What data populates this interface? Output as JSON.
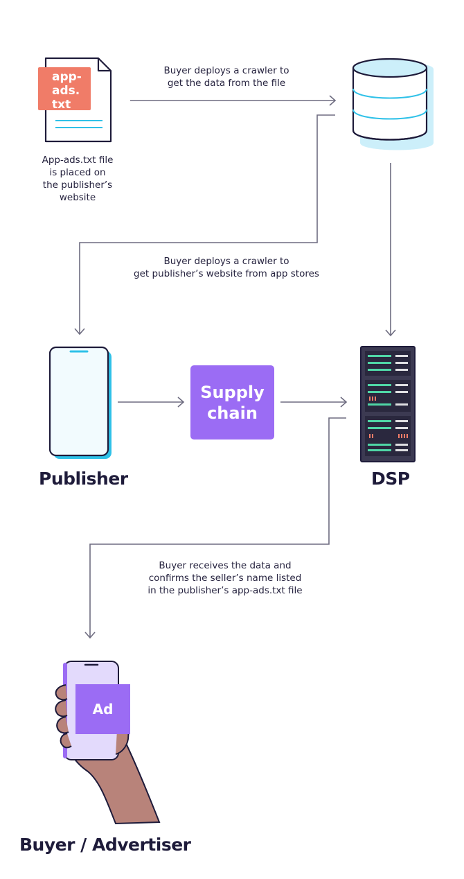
{
  "document_icon": {
    "label": "app-\nads.\ntxt"
  },
  "captions": {
    "file_placed": "App-ads.txt file\nis placed on\nthe publisher’s\nwebsite",
    "crawler_file": "Buyer deploys a crawler to\nget the data from the file",
    "crawler_website": "Buyer deploys a crawler to\nget publisher’s website from app stores",
    "buyer_receives": "Buyer receives the data and\nconfirms the seller’s name listed\nin the publisher’s app-ads.txt file"
  },
  "nodes": {
    "supply_chain": "Supply\nchain",
    "publisher": "Publisher",
    "dsp": "DSP",
    "buyer": "Buyer / Advertiser",
    "ad": "Ad"
  },
  "colors": {
    "ink": "#1e1b3a",
    "arrow": "#6e6c80",
    "accent_purple": "#9b6cf4",
    "accent_coral": "#f07c68",
    "accent_cyan": "#2fc1e8",
    "accent_green": "#4fd6a6",
    "skin": "#b8837a"
  }
}
